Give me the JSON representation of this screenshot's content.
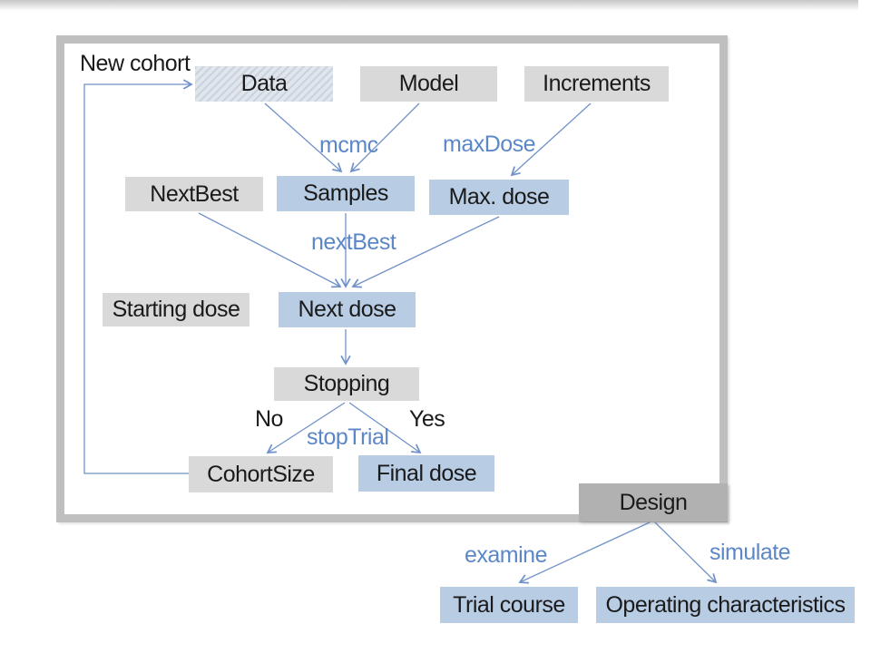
{
  "colors": {
    "line-blue": "#7092c8",
    "label-blue": "#5c87c7",
    "box-blue": "#b8cce4",
    "box-gray": "#d9d9d9",
    "design-gray": "#b1b1b1",
    "frame-gray": "#bfbfbf",
    "hatch-bg": "#e1e6ec",
    "hatch-stripe": "#c9d4df",
    "text-black": "#1a1a1a",
    "page-top": "#c6c6c6"
  },
  "nodes": {
    "data": {
      "label": "Data"
    },
    "model": {
      "label": "Model"
    },
    "increments": {
      "label": "Increments"
    },
    "next_best": {
      "label": "NextBest"
    },
    "samples": {
      "label": "Samples"
    },
    "max_dose": {
      "label": "Max. dose"
    },
    "starting_dose": {
      "label": "Starting dose"
    },
    "next_dose": {
      "label": "Next dose"
    },
    "stopping": {
      "label": "Stopping"
    },
    "cohort_size": {
      "label": "CohortSize"
    },
    "final_dose": {
      "label": "Final dose"
    },
    "design": {
      "label": "Design"
    },
    "trial_course": {
      "label": "Trial course"
    },
    "operating_characteristics": {
      "label": "Operating characteristics"
    }
  },
  "edge_labels": {
    "mcmc": "mcmc",
    "maxdose": "maxDose",
    "nextbest": "nextBest",
    "stoptrial": "stopTrial",
    "examine": "examine",
    "simulate": "simulate"
  },
  "annotations": {
    "new_cohort": "New cohort",
    "no": "No",
    "yes": "Yes"
  }
}
